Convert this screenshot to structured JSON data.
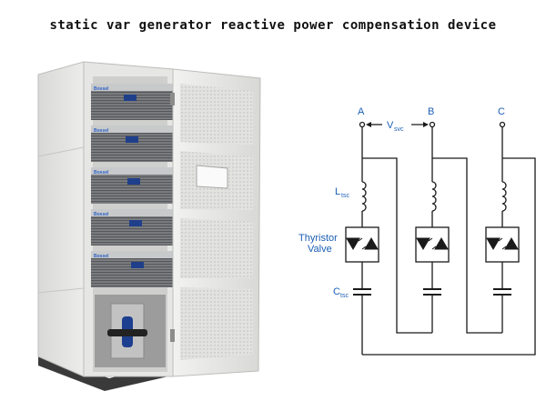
{
  "title": "static var generator reactive power compensation device",
  "colors": {
    "label": "#1a5fb4",
    "wire": "#1a1a1a",
    "cabinet": "#e4e4e2",
    "module": "#b9babc",
    "accent": "#2b63c6"
  },
  "cabinet": {
    "module_brand": "Bossel",
    "module_count": 5
  },
  "schematic": {
    "phases": [
      "A",
      "B",
      "C"
    ],
    "voltage_label": "V",
    "voltage_sub": "svc",
    "inductor_label": "L",
    "inductor_sub": "tsc",
    "thyristor_label_1": "Thyristor",
    "thyristor_label_2": "Valve",
    "capacitor_label": "C",
    "capacitor_sub": "tsc"
  }
}
